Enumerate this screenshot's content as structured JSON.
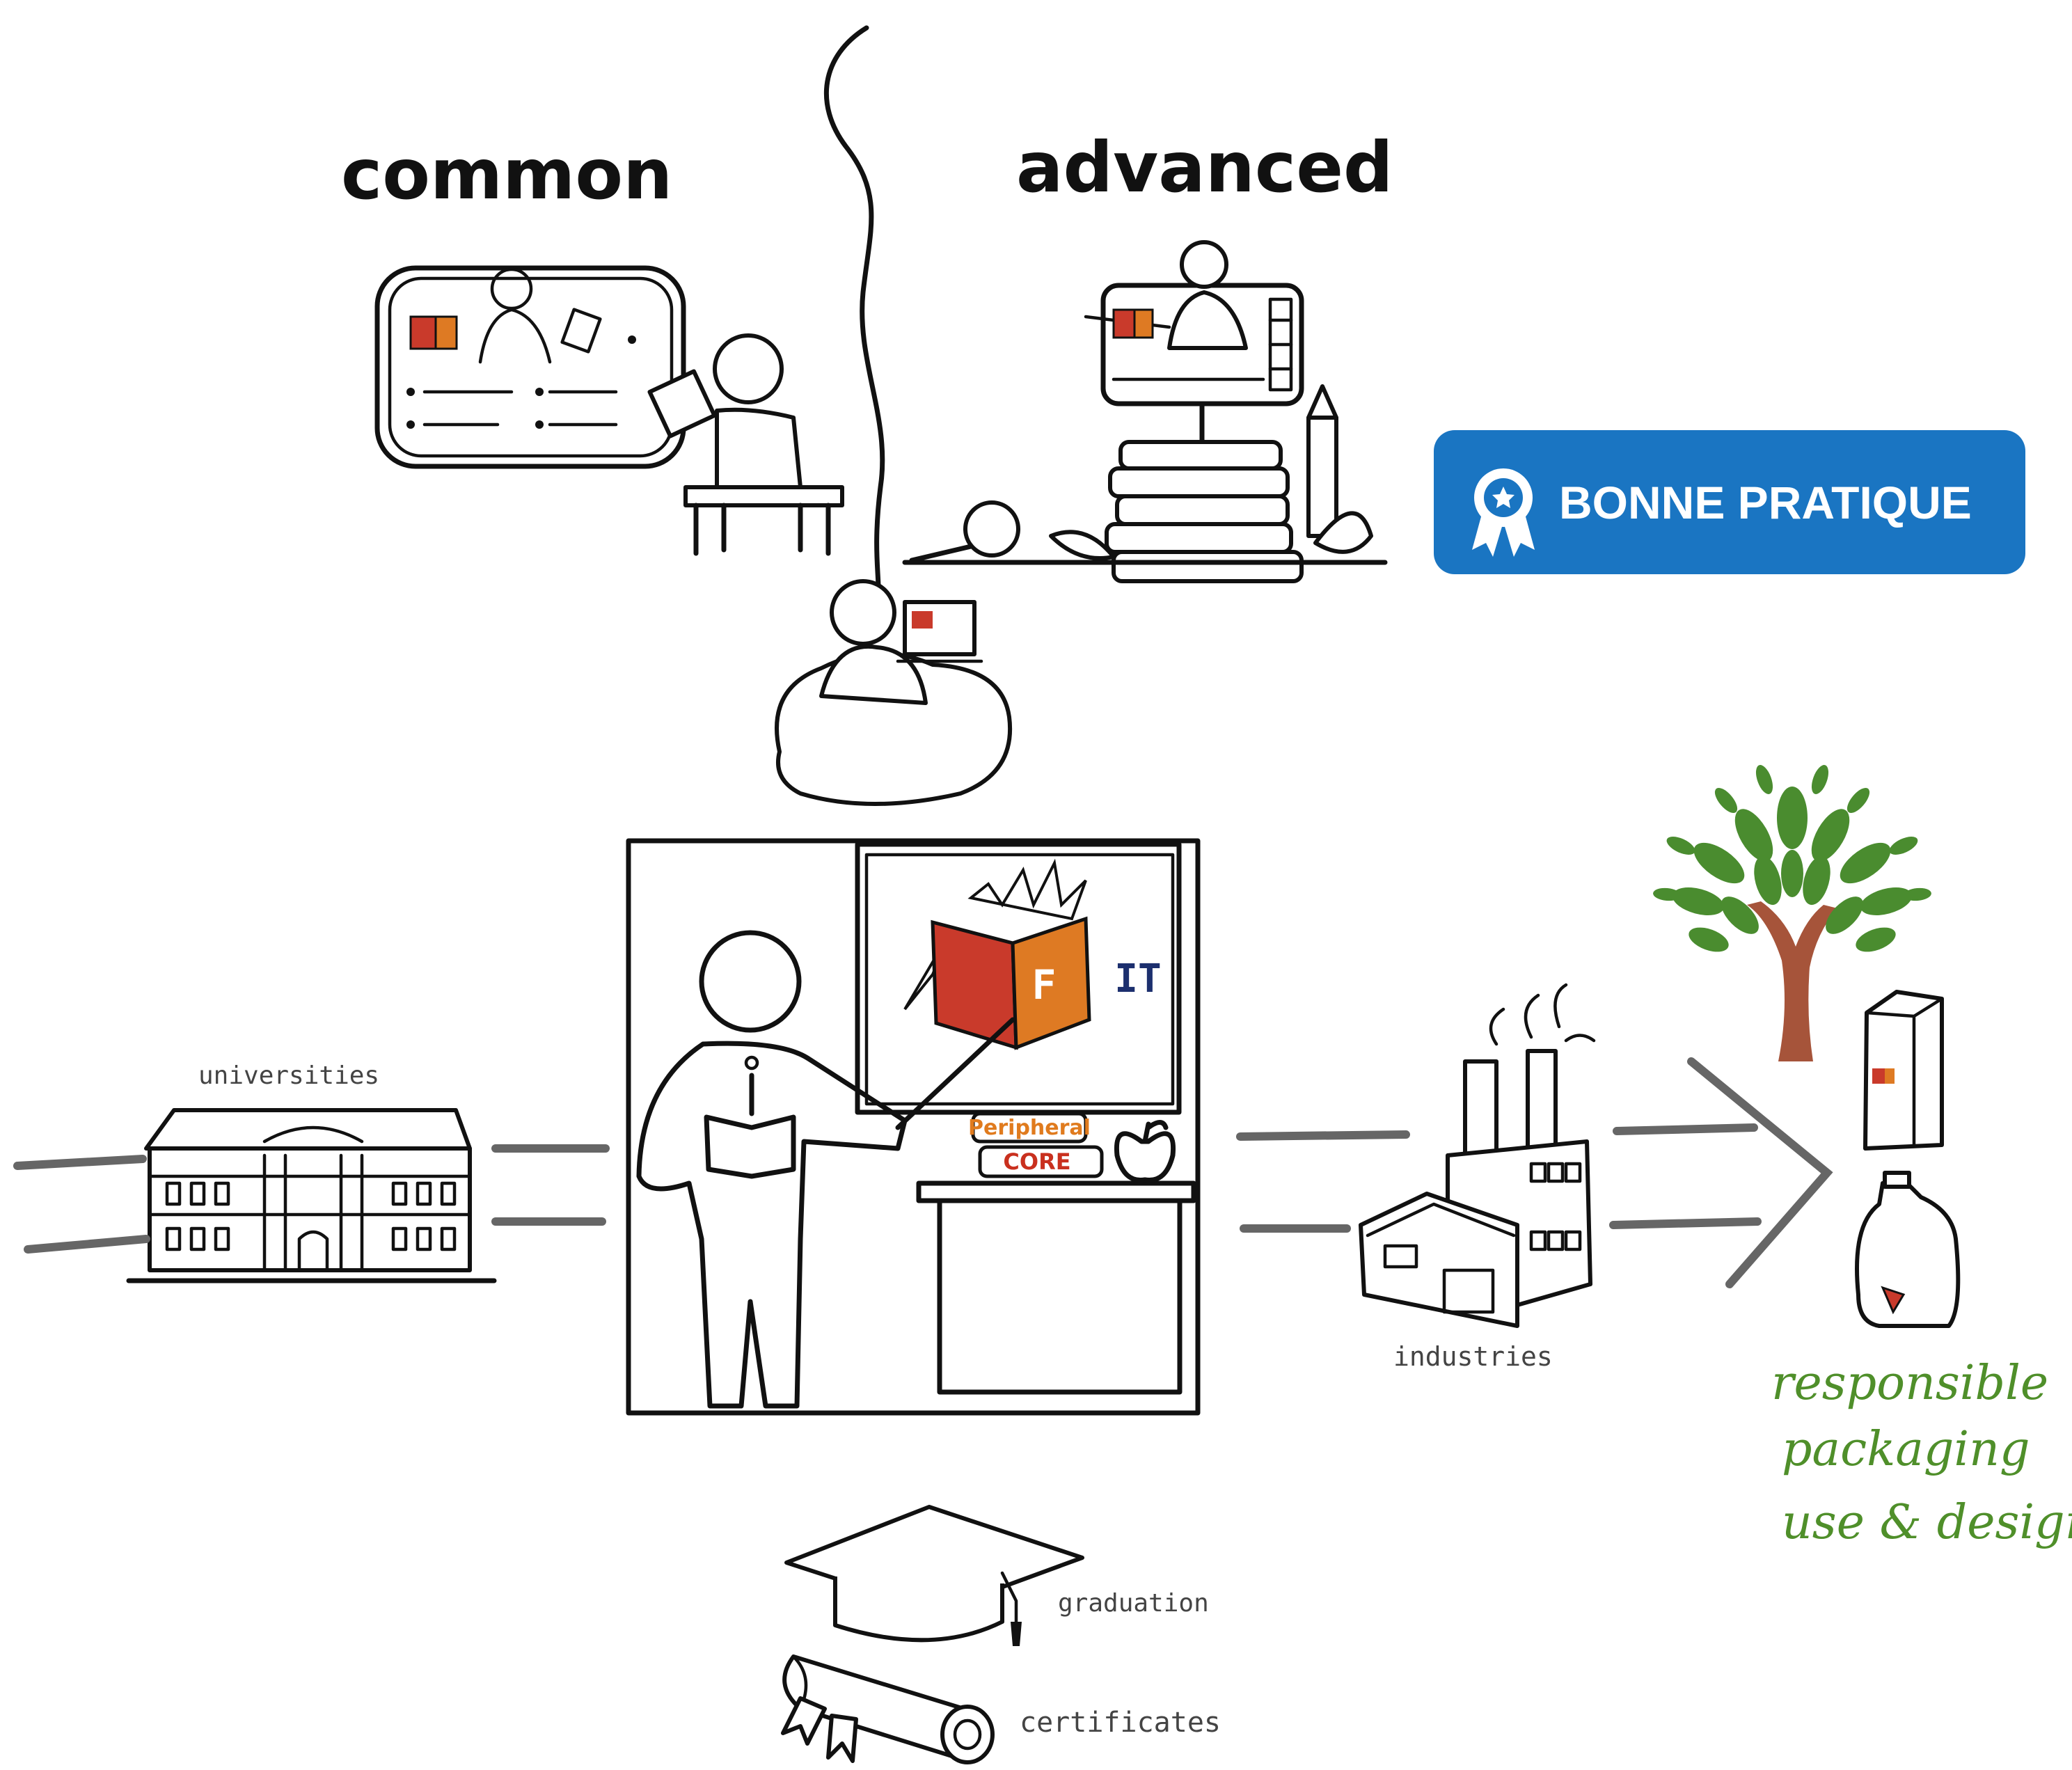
{
  "labels": {
    "common": "common",
    "advanced": "advanced",
    "universities": "universities",
    "industries": "industries",
    "graduation": "graduation",
    "certificates": "certificates",
    "responsible_line1": "responsible",
    "responsible_line2": "packaging",
    "responsible_line3": "use & design"
  },
  "badge": {
    "text": "BONNE PRATIQUE",
    "color": "#1a75c2",
    "icon": "award-ribbon-icon"
  },
  "board": {
    "book_letter_f": "F",
    "book_letters_it": "IT"
  },
  "books": {
    "peripheral": "Peripheral",
    "core": "CORE"
  },
  "colors": {
    "book_red": "#c93a2b",
    "book_orange": "#de7a23",
    "tree_green": "#4a8c2f",
    "trunk_brown": "#a6543a",
    "connector_gray": "#666666",
    "text_green": "#4f8f2a"
  }
}
